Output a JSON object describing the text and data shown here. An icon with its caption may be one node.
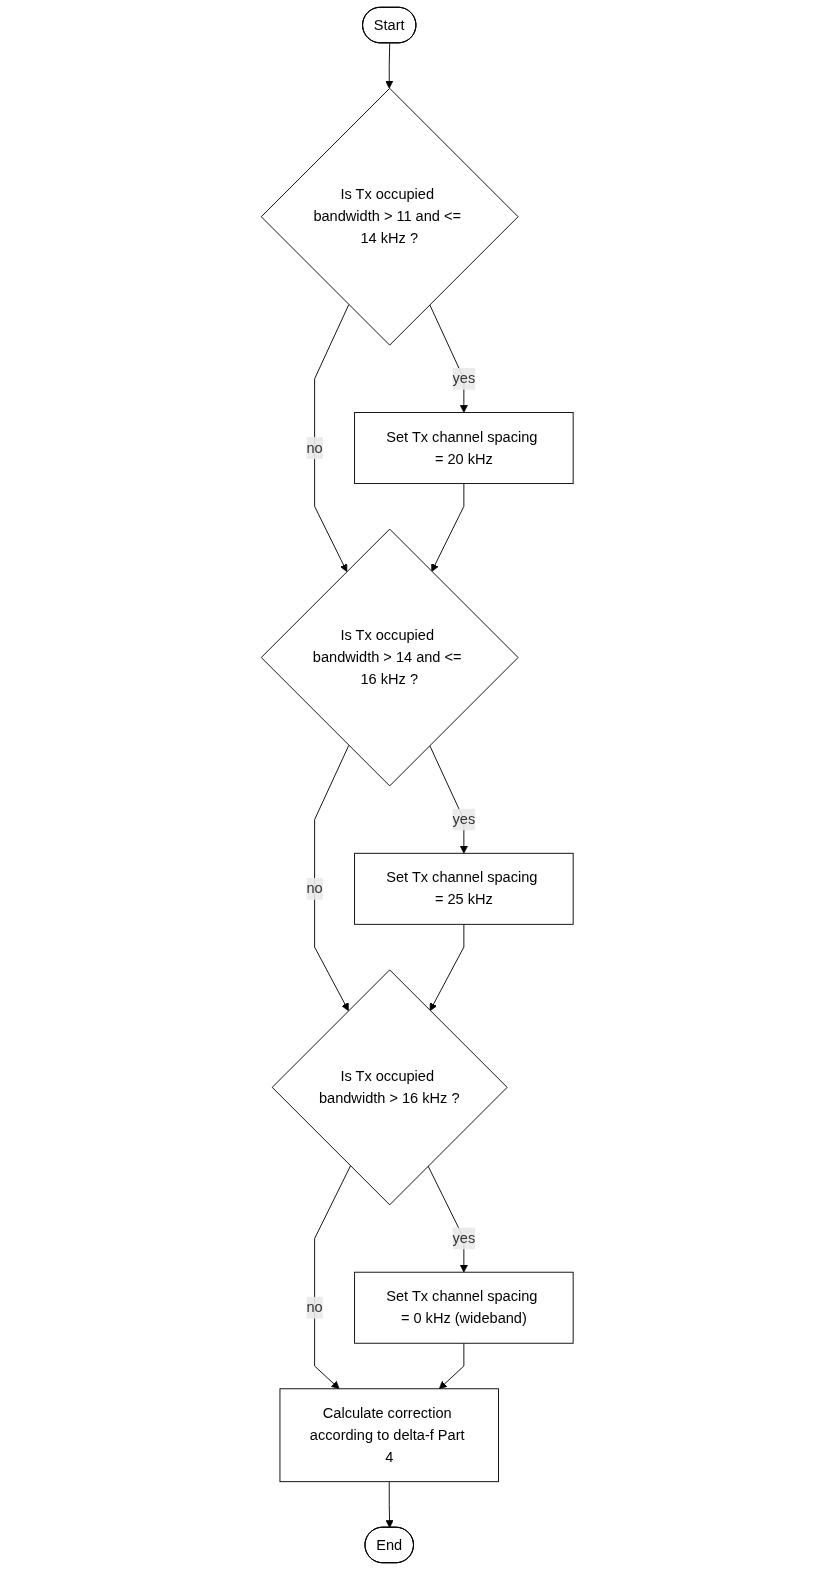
{
  "diagram": {
    "nodes": [
      {
        "text": [
          "Start"
        ]
      },
      {
        "text": [
          "Is Tx occupied bandwidth > 11 and <= 14 kHz ?"
        ]
      },
      {
        "text": [
          "Set Tx channel spacing = 20 kHz"
        ]
      },
      {
        "text": [
          "Is Tx occupied bandwidth > 14 and <= 16 kHz ?"
        ]
      },
      {
        "text": [
          "Set Tx channel spacing = 25 kHz"
        ]
      },
      {
        "text": [
          "Is Tx occupied bandwidth > 16 kHz ?"
        ]
      },
      {
        "text": [
          "Set Tx channel spacing = 0 kHz (wideband)"
        ]
      },
      {
        "text": [
          "Calculate correction according to delta-f Part 4"
        ]
      },
      {
        "text": [
          "End"
        ]
      }
    ],
    "edges": [
      {
        "from": 0,
        "to": 1,
        "arrow": "to"
      },
      {
        "from": 1,
        "to": 2,
        "arrow": "to",
        "label": "yes"
      },
      {
        "from": 1,
        "to": 3,
        "arrow": "to",
        "label": "no"
      },
      {
        "from": 2,
        "to": 3,
        "arrow": "to"
      },
      {
        "from": 3,
        "to": 4,
        "arrow": "to",
        "label": "yes"
      },
      {
        "from": 3,
        "to": 5,
        "arrow": "to",
        "label": "no"
      },
      {
        "from": 4,
        "to": 5,
        "arrow": "to"
      },
      {
        "from": 5,
        "to": 6,
        "arrow": "to",
        "label": "yes"
      },
      {
        "from": 5,
        "to": 7,
        "arrow": "to",
        "label": "no"
      },
      {
        "from": 6,
        "to": 7,
        "arrow": "to"
      },
      {
        "from": 7,
        "to": 8,
        "arrow": "to"
      }
    ]
  }
}
